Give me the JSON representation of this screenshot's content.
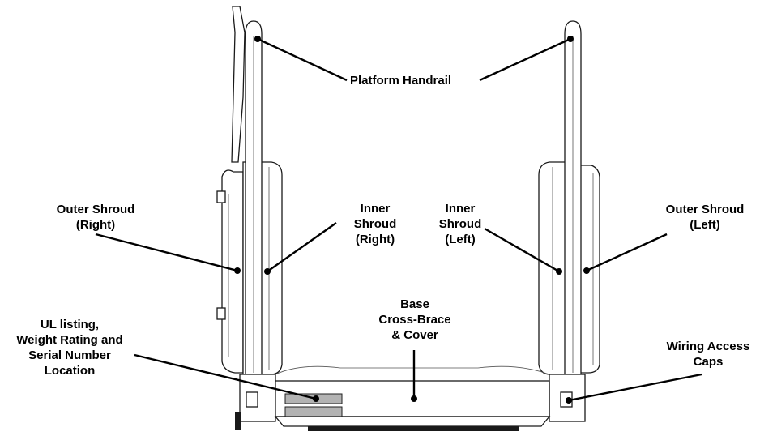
{
  "labels": {
    "platform_handrail": "Platform Handrail",
    "outer_shroud_right": [
      "Outer Shroud",
      "(Right)"
    ],
    "inner_shroud_right": [
      "Inner",
      "Shroud",
      "(Right)"
    ],
    "inner_shroud_left": [
      "Inner",
      "Shroud",
      "(Left)"
    ],
    "outer_shroud_left": [
      "Outer Shroud",
      "(Left)"
    ],
    "base_cross_brace": [
      "Base",
      "Cross-Brace",
      "& Cover"
    ],
    "ul_listing": [
      "UL listing,",
      "Weight Rating and",
      "Serial Number",
      "Location"
    ],
    "wiring_access_caps": [
      "Wiring Access",
      "Caps"
    ]
  },
  "colors": {
    "line": "#000000",
    "label_plate": "#b3b3b3"
  }
}
